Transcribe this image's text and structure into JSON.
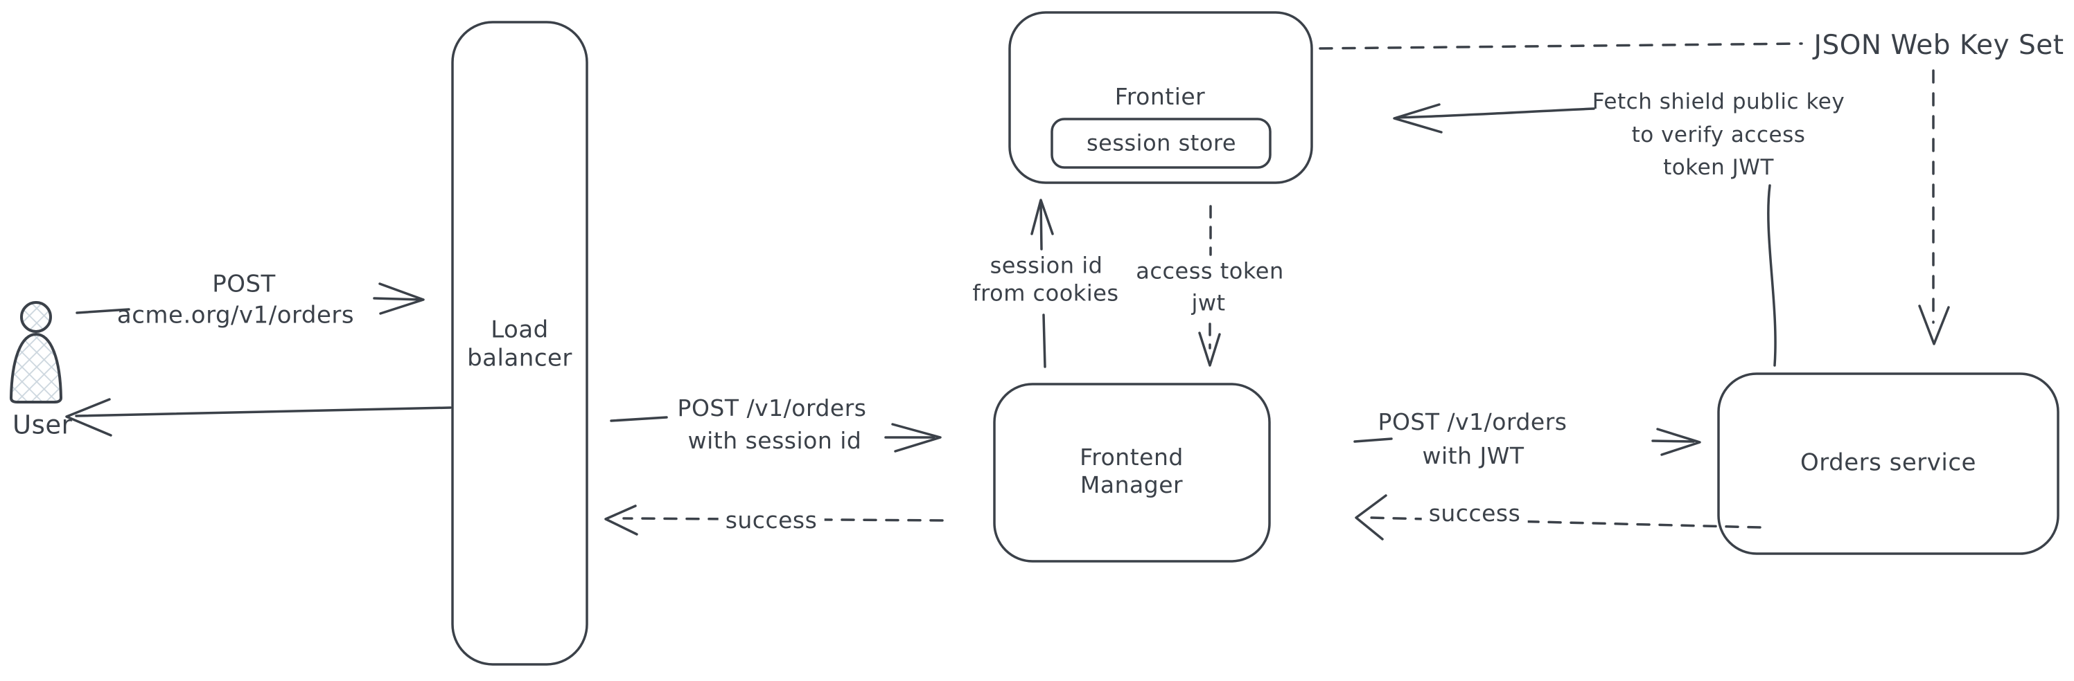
{
  "canvas": {
    "background": "#ffffff",
    "stroke_color": "#3b4149",
    "hatch_color": "#ccd6de"
  },
  "nodes": {
    "user": {
      "label": "User"
    },
    "load_balancer": {
      "lines": [
        "Load",
        "balancer"
      ]
    },
    "frontier": {
      "label": "Frontier"
    },
    "session_store": {
      "label": "session store"
    },
    "frontend_manager": {
      "lines": [
        "Frontend",
        "Manager"
      ]
    },
    "orders_service": {
      "label": "Orders service"
    }
  },
  "edges": {
    "user_to_lb": {
      "lines": [
        "POST",
        "acme.org/v1/orders"
      ]
    },
    "lb_to_fm": {
      "lines": [
        "POST /v1/orders",
        "with session id"
      ]
    },
    "fm_to_lb": {
      "label": "success"
    },
    "fm_to_frontier": {
      "lines": [
        "session id",
        "from cookies"
      ]
    },
    "frontier_to_fm": {
      "lines": [
        "access token",
        "jwt"
      ]
    },
    "fm_to_orders": {
      "lines": [
        "POST /v1/orders",
        "with JWT"
      ]
    },
    "orders_to_fm": {
      "label": "success"
    },
    "orders_to_frontier": {
      "lines": [
        "Fetch shield public key",
        "to verify access",
        "token JWT"
      ]
    },
    "jwks": {
      "label": "JSON Web Key Set"
    }
  }
}
